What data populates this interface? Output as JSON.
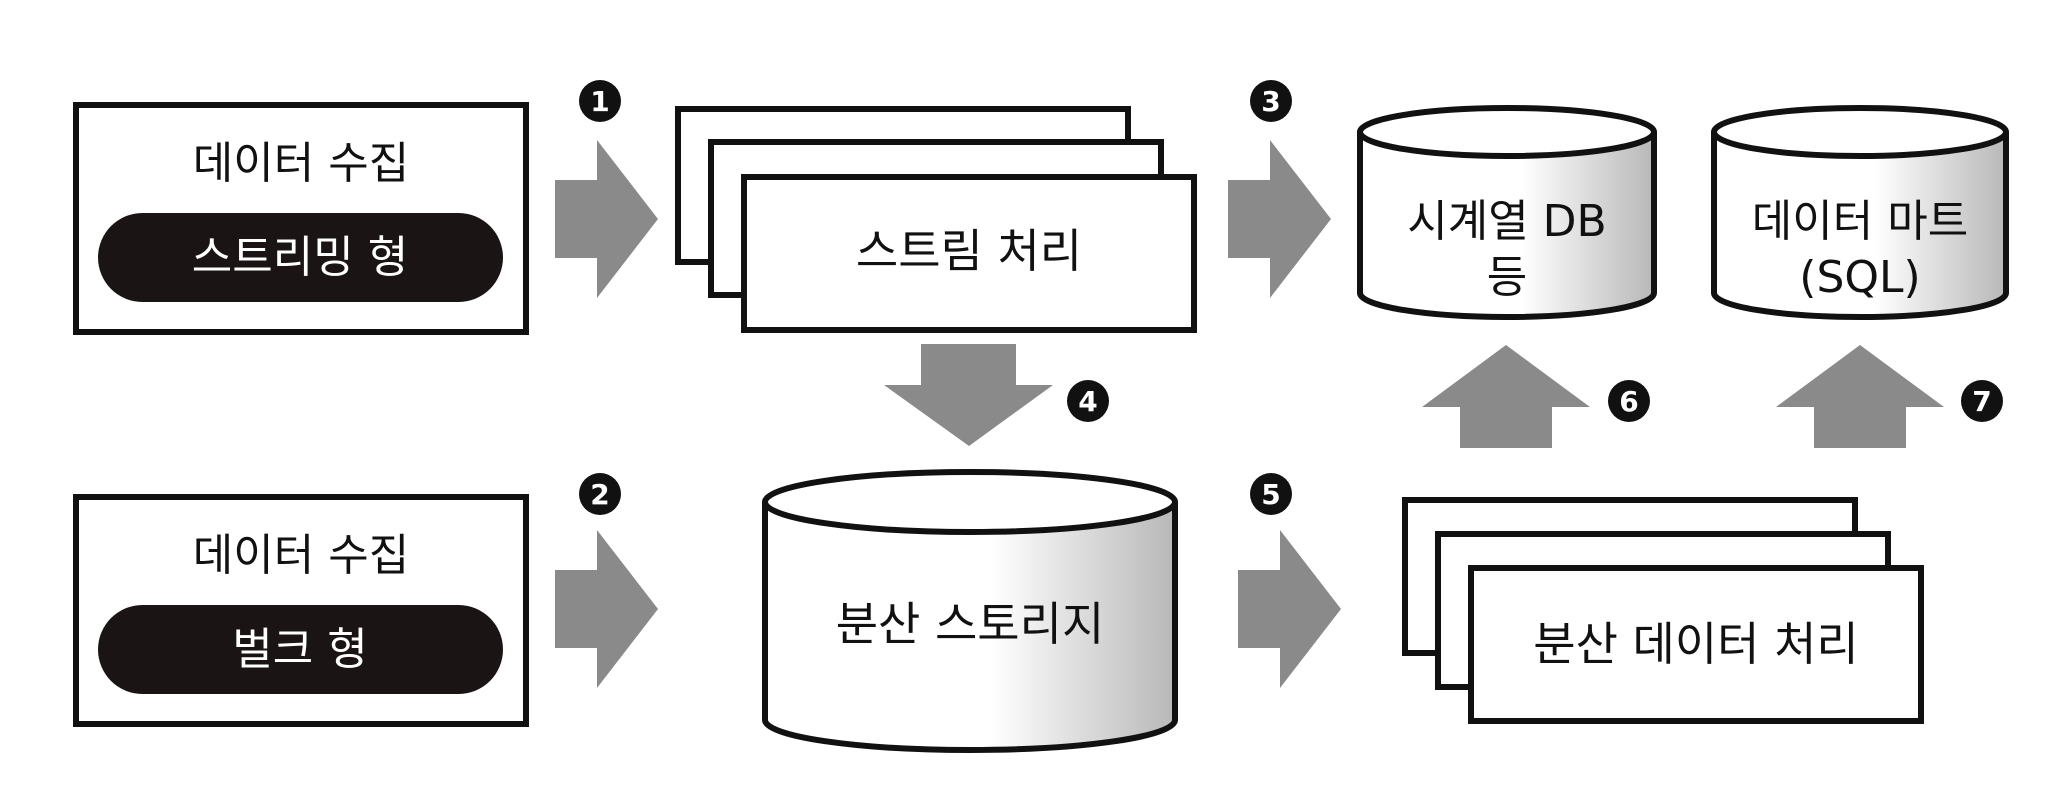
{
  "colors": {
    "outline": "#111111",
    "arrow": "#8a8a8a",
    "pill": "#1a1414",
    "badge": "#111111",
    "background": "#ffffff"
  },
  "collect_streaming": {
    "title": "데이터 수집",
    "badge": "스트리밍 형"
  },
  "collect_bulk": {
    "title": "데이터 수집",
    "badge": "벌크 형"
  },
  "stream_processing": {
    "label": "스트림 처리"
  },
  "distributed_storage": {
    "label": "분산 스토리지"
  },
  "timeseries_db": {
    "line1": "시계열 DB",
    "line2": "등"
  },
  "data_mart": {
    "line1": "데이터 마트",
    "line2": "(SQL)"
  },
  "distributed_processing": {
    "label": "분산 데이터 처리"
  },
  "steps": [
    "1",
    "2",
    "3",
    "4",
    "5",
    "6",
    "7"
  ]
}
